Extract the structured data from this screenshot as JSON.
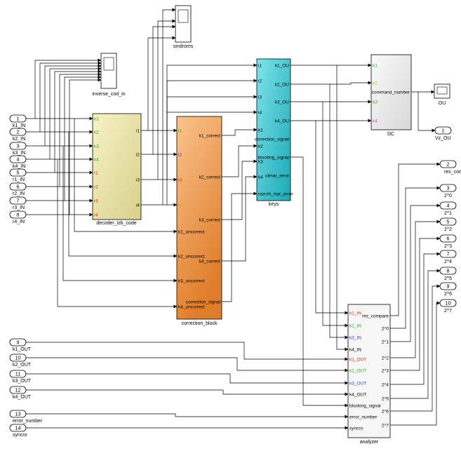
{
  "inports": [
    {
      "num": "1",
      "label": "k1_IN"
    },
    {
      "num": "2",
      "label": "k2_IN"
    },
    {
      "num": "3",
      "label": "k3_IN"
    },
    {
      "num": "4",
      "label": "k4_IN"
    },
    {
      "num": "5",
      "label": "r1_IN"
    },
    {
      "num": "6",
      "label": "r2_IN"
    },
    {
      "num": "7",
      "label": "r3_IN"
    },
    {
      "num": "8",
      "label": "r4_IN"
    },
    {
      "num": "9",
      "label": "k1_OUT"
    },
    {
      "num": "10",
      "label": "k2_OUT"
    },
    {
      "num": "11",
      "label": "k3_OUT"
    },
    {
      "num": "12",
      "label": "k4_OUT"
    },
    {
      "num": "13",
      "label": "error_number"
    },
    {
      "num": "14",
      "label": "syncro"
    }
  ],
  "outports": [
    {
      "num": "1",
      "label": "Vz_OU"
    },
    {
      "num": "2",
      "label": "res_compare"
    },
    {
      "num": "3",
      "label": "2^0"
    },
    {
      "num": "4",
      "label": "2^1"
    },
    {
      "num": "5",
      "label": "2^2"
    },
    {
      "num": "6",
      "label": "2^3"
    },
    {
      "num": "7",
      "label": "2^4"
    },
    {
      "num": "8",
      "label": "2^5"
    },
    {
      "num": "9",
      "label": "2^6"
    },
    {
      "num": "10",
      "label": "2^7"
    }
  ],
  "scopes": {
    "sindroms": "sindroms",
    "inverse": "inverse_cod_in",
    "ou": "OU"
  },
  "blocks": {
    "decoder": {
      "name": "decoder_izb_code",
      "inputs": [
        "k1",
        "k2",
        "k3",
        "k4",
        "r1",
        "r2",
        "r3",
        "r4"
      ],
      "outputs": [
        "i1",
        "i2",
        "i3",
        "i4"
      ]
    },
    "correction": {
      "name": "correction_block",
      "inputs": [
        "i1",
        "i2",
        "i3",
        "i4"
      ],
      "outputs": [
        "k1_correct",
        "k2_correct",
        "k3_correct",
        "k1_uncorrect",
        "k2_uncorrect",
        "k4_correct",
        "k3_uncorrect",
        "correction_signal",
        "k4_uncorrect"
      ]
    },
    "keys": {
      "name": "keys",
      "inputs": [
        "i1",
        "i2",
        "i3",
        "i4",
        "k1",
        "k2",
        "k3",
        "k4",
        "razrsh_ispr_error"
      ],
      "outputs": [
        "k1_OU",
        "k2_OU",
        "k3_OU",
        "k4_OU",
        "correction_signal",
        "blocking_signal",
        "obnar_error"
      ]
    },
    "dc": {
      "name": "DC",
      "inputs": [
        "k1",
        "k2",
        "k3",
        "k4"
      ],
      "output": "command_number"
    },
    "analyzer": {
      "name": "analyzer",
      "inputs": [
        "k1_IN",
        "k2_IN",
        "k3_IN",
        "k4_IN",
        "k1_OUT",
        "k2_OUT",
        "k3_OUT",
        "k4_OUT",
        "blocking_signal",
        "error_number",
        "syncro"
      ],
      "outputs": [
        "rez_compare",
        "2^0",
        "2^1",
        "2^2",
        "2^3",
        "2^4",
        "2^5",
        "2^6",
        "2^7"
      ]
    }
  },
  "colors": {
    "decoder_fill": "#ece7a9",
    "correction_fill": "#f3a45b",
    "keys_fill": "#35c4cf",
    "dc_fill": "#ececec",
    "analyzer_fill": "#f6f6f6",
    "port_red": "#e0201a",
    "port_green": "#2aa62a",
    "port_blue": "#2a3fd0",
    "port_magenta": "#d13fd1",
    "port_yellow": "#c9b51c"
  }
}
